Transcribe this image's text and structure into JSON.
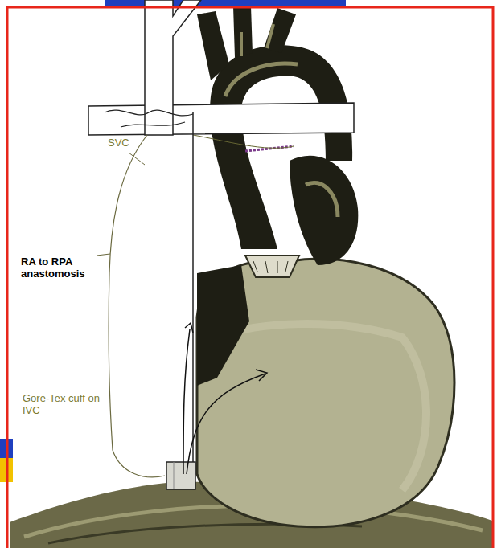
{
  "diagram": {
    "labels": [
      "SVC",
      "RA to RPA anastomosis",
      "Gore-Tex cuff on IVC"
    ]
  }
}
